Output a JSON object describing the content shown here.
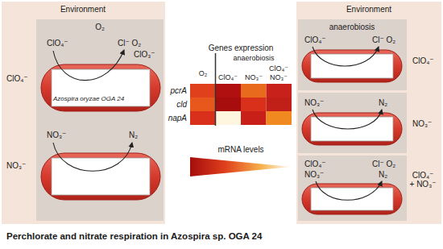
{
  "diagram": {
    "caption": "Perchlorate and nitrate respiration in Azospira sp. OGA 24",
    "nodes": [
      {
        "text": [
          "Environment",
          "ClO₄⁻",
          "NO₃⁻"
        ]
      },
      {
        "text": [
          "O₂"
        ],
        "in": 0
      },
      {
        "text": [
          "ClO₄⁻",
          "Cl⁻ O₂",
          "ClO₃⁻",
          "Azospira oryzae OGA 24"
        ],
        "in": 1
      },
      {
        "text": [
          "NO₃⁻",
          "N₂"
        ],
        "in": 1
      },
      {
        "text": [
          "Environment",
          "ClO₄⁻",
          "NO₃⁻",
          "ClO₄⁻ + NO₃⁻"
        ]
      },
      {
        "text": [
          "anaerobiosis"
        ],
        "in": 4
      },
      {
        "text": [
          "ClO₄⁻",
          "Cl⁻ O₂"
        ],
        "in": 5
      },
      {
        "text": [
          "NO₃⁻",
          "N₂"
        ],
        "in": 5
      },
      {
        "text": [
          "ClO₄⁻",
          "NO₃⁻",
          "Cl⁻ O₂",
          "N₂"
        ],
        "in": 5
      }
    ],
    "labels": [
      "Genes expression",
      "O₂",
      "anaerobiosis",
      "ClO₄⁻",
      "NO₃⁻",
      "ClO₄⁻ NO₃⁻",
      "pcrA",
      "cld",
      "napA",
      "mRNA levels"
    ]
  }
}
